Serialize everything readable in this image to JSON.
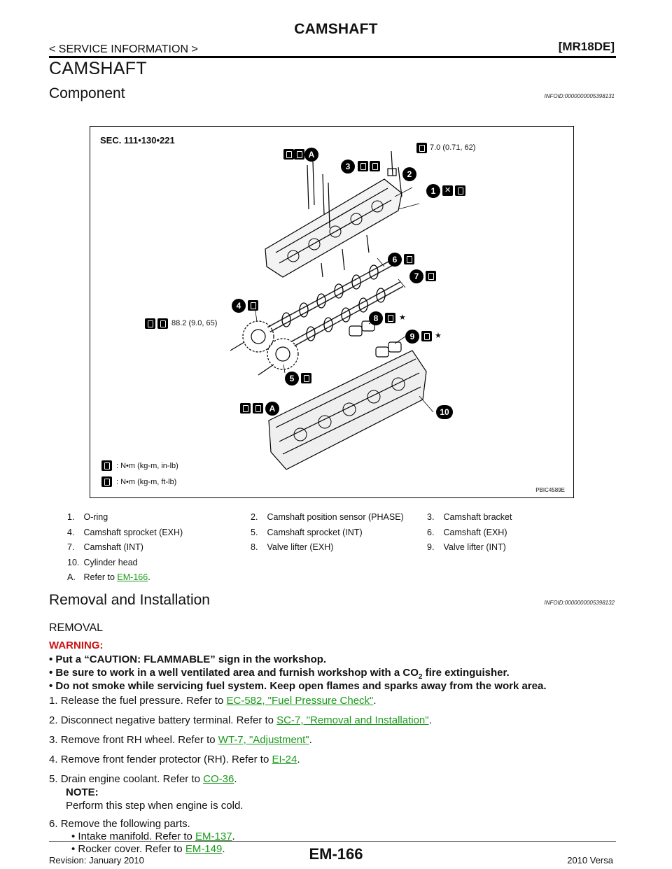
{
  "header": {
    "title": "CAMSHAFT",
    "section": "< SERVICE INFORMATION >",
    "model": "[MR18DE]"
  },
  "section_title": "CAMSHAFT",
  "component": {
    "heading": "Component",
    "infoid": "INFOID:0000000005398131",
    "figure": {
      "sec_label": "SEC. 111•130•221",
      "torque_top": "7.0 (0.71, 62)",
      "torque_mid": "88.2 (9.0, 65)",
      "legend_1": ": N•m (kg-m, in-lb)",
      "legend_2": ": N•m (kg-m, ft-lb)",
      "code": "PBIC4589E",
      "callouts": [
        "1",
        "2",
        "3",
        "4",
        "5",
        "6",
        "7",
        "8",
        "9",
        "10"
      ],
      "callout_a": "A",
      "star": "★"
    },
    "parts": [
      [
        "1.",
        "O-ring"
      ],
      [
        "2.",
        "Camshaft position sensor (PHASE)"
      ],
      [
        "3.",
        "Camshaft bracket"
      ],
      [
        "4.",
        "Camshaft sprocket (EXH)"
      ],
      [
        "5.",
        "Camshaft sprocket (INT)"
      ],
      [
        "6.",
        "Camshaft (EXH)"
      ],
      [
        "7.",
        "Camshaft (INT)"
      ],
      [
        "8.",
        "Valve lifter (EXH)"
      ],
      [
        "9.",
        "Valve lifter (INT)"
      ],
      [
        "10.",
        "Cylinder head"
      ]
    ],
    "ref_a": {
      "num": "A.",
      "text": "Refer to ",
      "link": "EM-166",
      "end": "."
    }
  },
  "removal": {
    "heading": "Removal and Installation",
    "infoid": "INFOID:0000000005398132",
    "subheading": "REMOVAL",
    "warning_label": "WARNING:",
    "warnings": [
      "• Put a “CAUTION: FLAMMABLE” sign in the workshop.",
      "• Be sure to work in a well ventilated area and furnish workshop with a CO",
      "• Do not smoke while servicing fuel system. Keep open flames and sparks away from the work area."
    ],
    "co2_sub": "2",
    "co2_rest": " fire extinguisher.",
    "steps": [
      {
        "n": "1.",
        "text": "Release the fuel pressure. Refer to ",
        "link": "EC-582, \"Fuel Pressure Check\"",
        "end": "."
      },
      {
        "n": "2.",
        "text": "Disconnect negative battery terminal. Refer to ",
        "link": "SC-7, \"Removal and Installation\"",
        "end": "."
      },
      {
        "n": "3.",
        "text": "Remove front RH wheel. Refer to ",
        "link": "WT-7, \"Adjustment\"",
        "end": "."
      },
      {
        "n": "4.",
        "text": "Remove front fender protector (RH). Refer to ",
        "link": "EI-24",
        "end": "."
      },
      {
        "n": "5.",
        "text": "Drain engine coolant. Refer to ",
        "link": "CO-36",
        "end": "."
      },
      {
        "n": "6.",
        "text": "Remove the following parts.",
        "link": "",
        "end": ""
      }
    ],
    "note_label": "NOTE:",
    "note_text": "Perform this step when engine is cold.",
    "sub_items": [
      {
        "text": "• Intake manifold. Refer to ",
        "link": "EM-137",
        "end": "."
      },
      {
        "text": "• Rocker cover. Refer to ",
        "link": "EM-149",
        "end": "."
      }
    ]
  },
  "footer": {
    "page": "EM-166",
    "revision": "Revision: January 2010",
    "vehicle": "2010 Versa"
  }
}
